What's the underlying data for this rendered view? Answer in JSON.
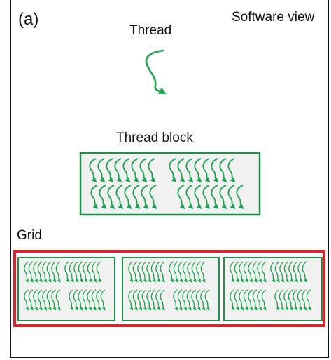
{
  "diagram": {
    "panel_label": "(a)",
    "view_title": "Software view",
    "thread_label": "Thread",
    "block_label": "Thread block",
    "grid_label": "Grid"
  },
  "colors": {
    "thread_green": "#1aa34a",
    "block_border": "#1f9146",
    "block_fill": "#f1f1f1",
    "grid_border": "#d9232e",
    "frame": "#111111"
  },
  "structure": {
    "blocks_in_grid": 3,
    "warps_per_block": 4,
    "threads_per_warp": 8
  }
}
